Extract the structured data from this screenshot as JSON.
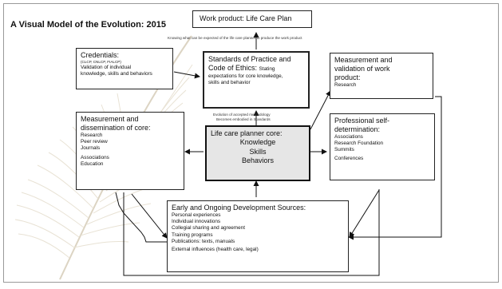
{
  "title": "A Visual Model of the Evolution: 2015",
  "work_product": {
    "label": "Work product: Life Care Plan",
    "note": "Knowing what can be expected of the life care planner to produce the work product"
  },
  "credentials": {
    "heading": "Credentials:",
    "acronyms": "(CLCP, CNLCP, FIALCP)",
    "lines": [
      "Validation of individual",
      "knowledge, skills and behaviors"
    ]
  },
  "standards": {
    "heading_lines": [
      "Standards of Practice and",
      "Code of Ethics:"
    ],
    "inline_sub": "Stating",
    "lines": [
      "expectations for core knowledge,",
      "skills and behavior"
    ]
  },
  "measurement_work": {
    "heading_lines": [
      "Measurement and",
      "validation of work",
      "product:"
    ],
    "items": [
      "Research"
    ]
  },
  "methodology_note": [
    "Evolution of accepted methodology",
    "Becomes embodied in Standards"
  ],
  "measurement_core": {
    "heading_lines": [
      "Measurement and",
      "dissemination of core:"
    ],
    "items": [
      "Research",
      "Peer review",
      "Journals",
      "Associations",
      "Education"
    ]
  },
  "core": {
    "heading": "Life care planner core:",
    "items": [
      "Knowledge",
      "Skills",
      "Behaviors"
    ]
  },
  "professional": {
    "heading_lines": [
      "Professional self-",
      "determination:"
    ],
    "items": [
      "Associations",
      "Research Foundation",
      "Summits",
      "Conferences"
    ]
  },
  "development": {
    "heading": "Early and Ongoing Development Sources:",
    "items": [
      "Personal experiences",
      "Individual innovations",
      "Collegial sharing and agreement",
      "Training programs",
      "Publications: texts, manuals",
      "External influences (health care, legal)"
    ]
  },
  "colors": {
    "border": "#222222",
    "core_fill": "#e6e6e6",
    "feather": "#e9e3d6"
  }
}
